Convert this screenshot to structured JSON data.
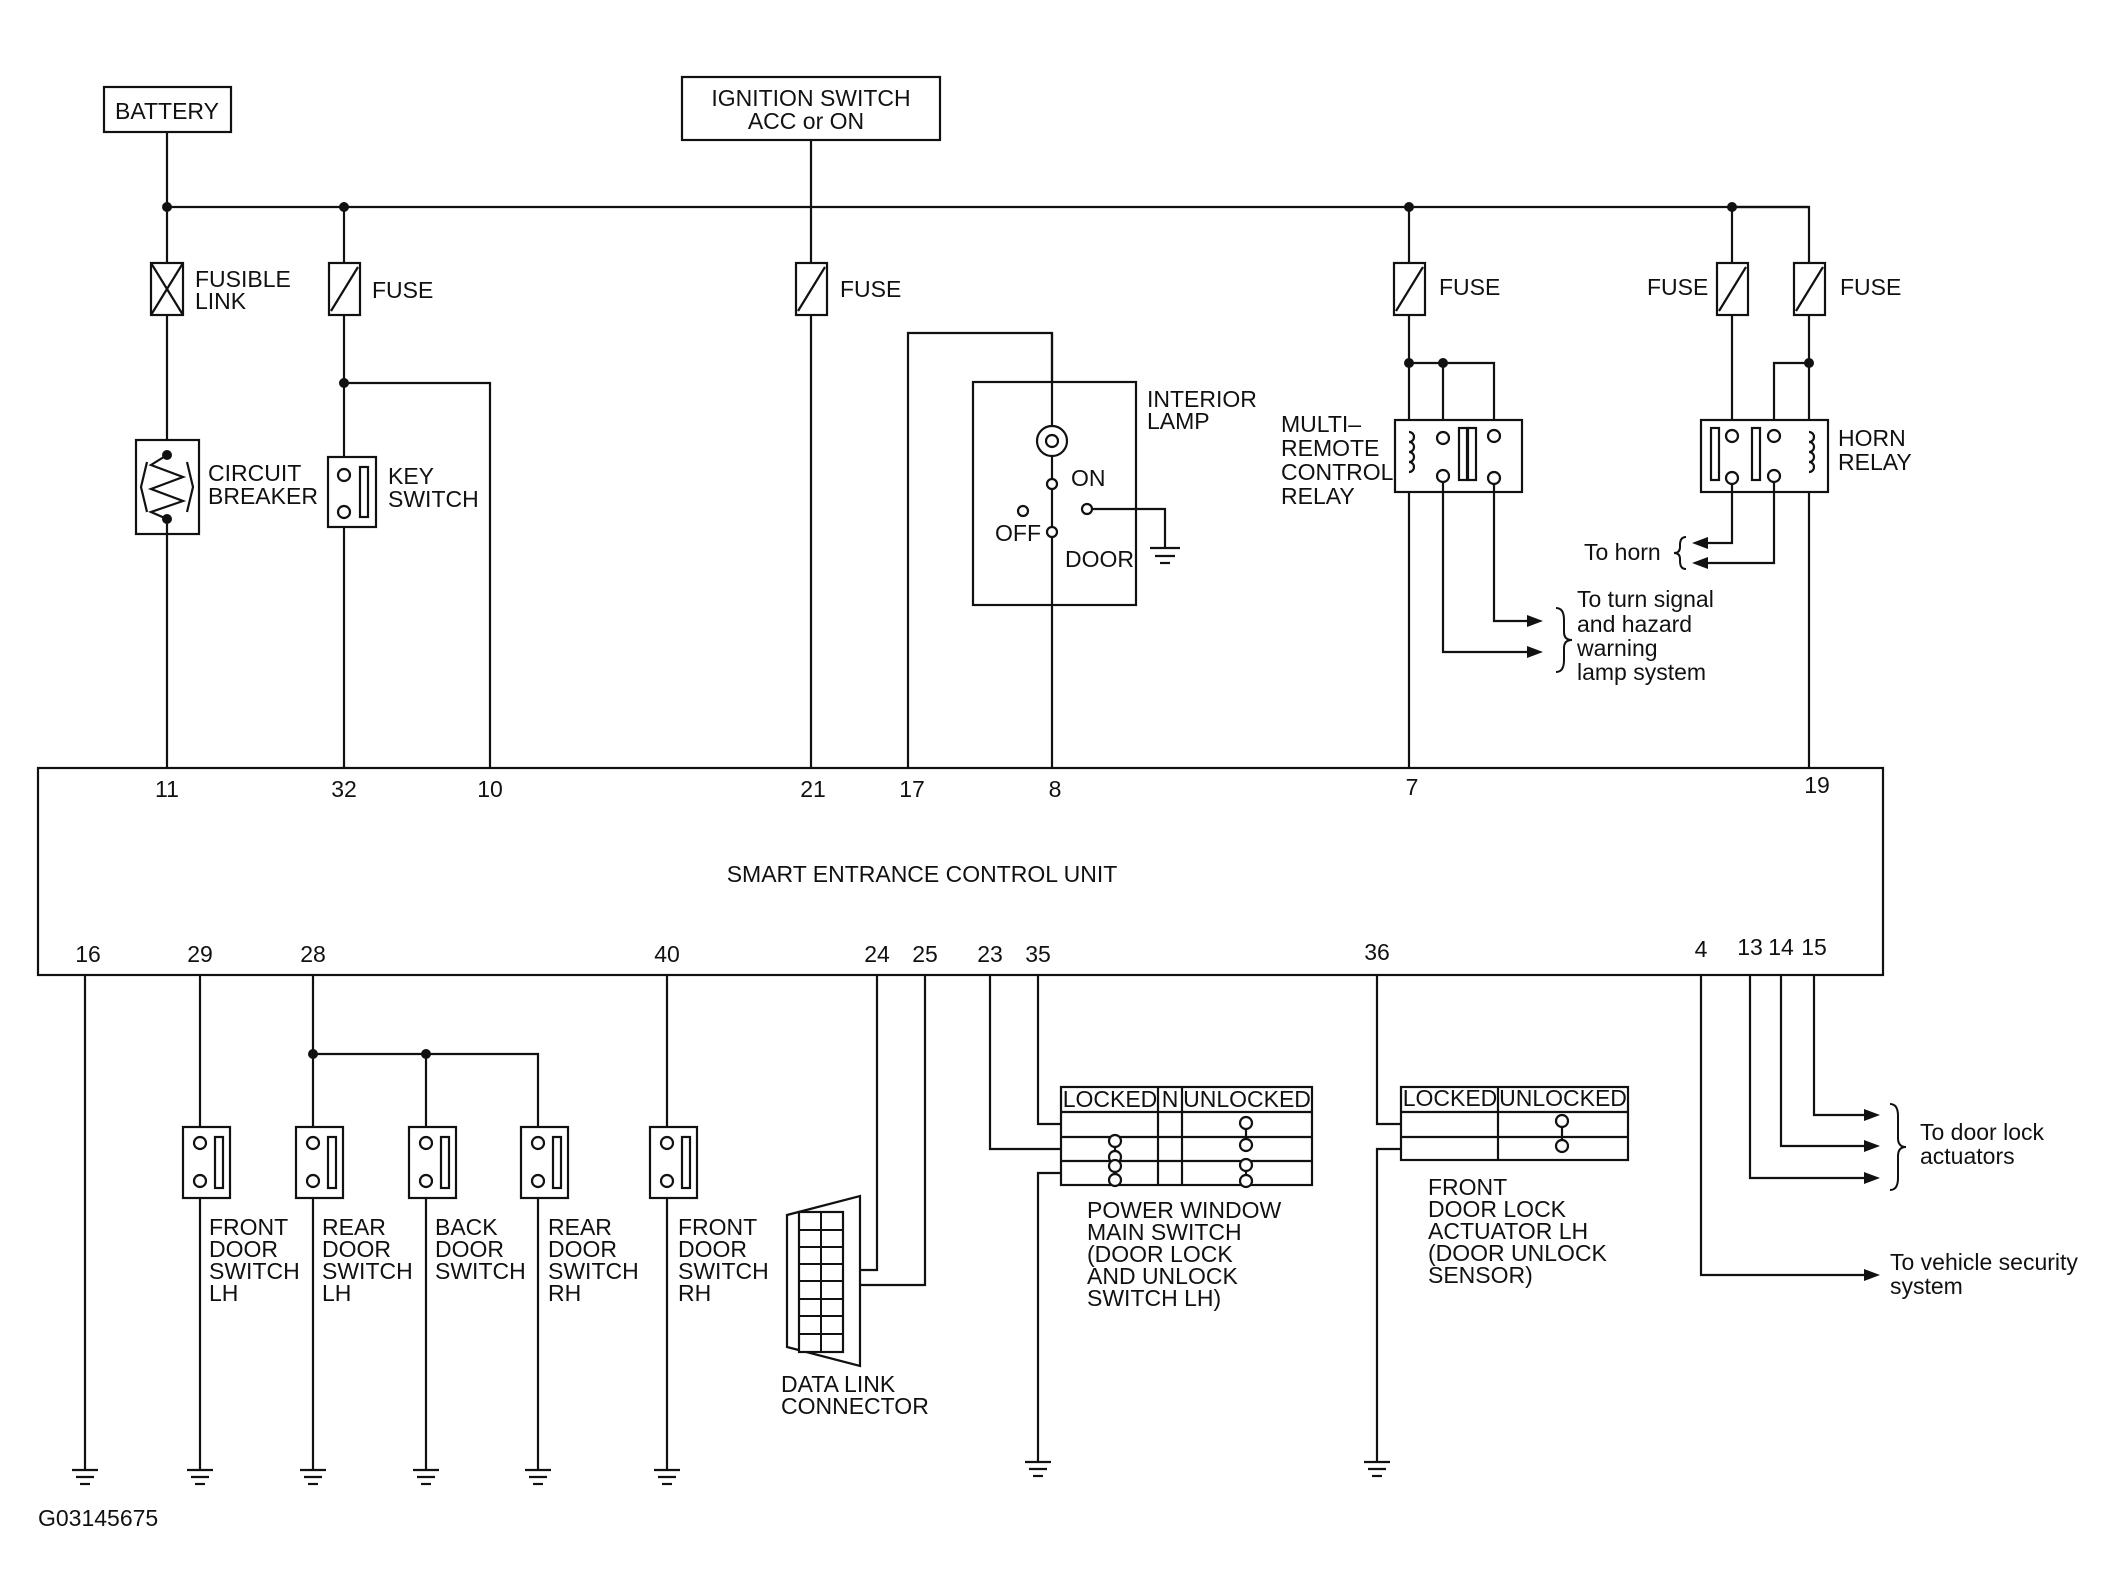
{
  "supply": {
    "battery": "BATTERY",
    "ignition_line1": "IGNITION SWITCH",
    "ignition_line2": "ACC or ON"
  },
  "protection": {
    "fusible_link": [
      "FUSIBLE",
      "LINK"
    ],
    "fuse": "FUSE",
    "circuit_breaker": [
      "CIRCUIT",
      "BREAKER"
    ],
    "key_switch": [
      "KEY",
      "SWITCH"
    ]
  },
  "interior_lamp": {
    "label": [
      "INTERIOR",
      "LAMP"
    ],
    "on": "ON",
    "off": "OFF",
    "door": "DOOR"
  },
  "multi_remote_relay": [
    "MULTI–",
    "REMOTE",
    "CONTROL",
    "RELAY"
  ],
  "horn_relay": [
    "HORN",
    "RELAY"
  ],
  "to_horn": "To horn",
  "to_turn_signal": [
    "To turn signal",
    "and hazard",
    "warning",
    "lamp system"
  ],
  "control_unit": {
    "title": "SMART ENTRANCE CONTROL UNIT",
    "top_pins": [
      "11",
      "32",
      "10",
      "21",
      "17",
      "8",
      "7",
      "19"
    ],
    "bottom_pins": [
      "16",
      "29",
      "28",
      "40",
      "24",
      "25",
      "23",
      "35",
      "36",
      "4",
      "13",
      "14",
      "15"
    ]
  },
  "door_switches": [
    [
      "FRONT",
      "DOOR",
      "SWITCH",
      "LH"
    ],
    [
      "REAR",
      "DOOR",
      "SWITCH",
      "LH"
    ],
    [
      "BACK",
      "DOOR",
      "SWITCH"
    ],
    [
      "REAR",
      "DOOR",
      "SWITCH",
      "RH"
    ],
    [
      "FRONT",
      "DOOR",
      "SWITCH",
      "RH"
    ]
  ],
  "data_link_connector": [
    "DATA LINK",
    "CONNECTOR"
  ],
  "power_window_switch": {
    "header": [
      "LOCKED",
      "N",
      "UNLOCKED"
    ],
    "label": [
      "POWER WINDOW",
      "MAIN SWITCH",
      "(DOOR LOCK",
      "AND UNLOCK",
      "SWITCH LH)"
    ]
  },
  "door_lock_actuator": {
    "header": [
      "LOCKED",
      "UNLOCKED"
    ],
    "label": [
      "FRONT",
      "DOOR LOCK",
      "ACTUATOR LH",
      "(DOOR UNLOCK",
      "SENSOR)"
    ]
  },
  "to_door_lock": [
    "To door lock",
    "actuators"
  ],
  "to_vehicle_security": [
    "To vehicle security",
    "system"
  ],
  "figure_id": "G03145675"
}
